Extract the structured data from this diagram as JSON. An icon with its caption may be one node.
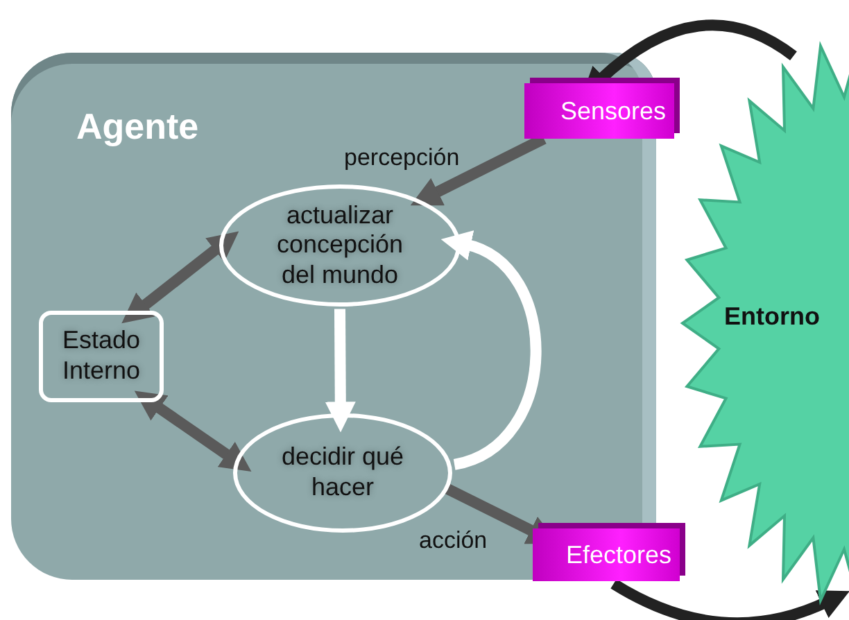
{
  "diagram": {
    "nodes": [
      {
        "text": [
          "Agente"
        ]
      },
      {
        "text": [
          "Sensores"
        ]
      },
      {
        "text": [
          "actualizar concepción del mundo"
        ],
        "in": 0
      },
      {
        "text": [
          "Estado Interno"
        ],
        "in": 0
      },
      {
        "text": [
          "decidir qué hacer"
        ],
        "in": 0
      },
      {
        "text": [
          "Efectores"
        ]
      },
      {
        "text": [
          "Entorno"
        ]
      }
    ],
    "edges": [
      {
        "from": 6,
        "to": 1,
        "arrow": "to",
        "color": "#222222"
      },
      {
        "from": 1,
        "to": 2,
        "arrow": "to",
        "label": "percepción"
      },
      {
        "from": 2,
        "to": 3,
        "arrow": "both"
      },
      {
        "from": 3,
        "to": 4,
        "arrow": "both"
      },
      {
        "from": 2,
        "to": 4,
        "arrow": "to",
        "color": "#ffffff"
      },
      {
        "from": 4,
        "to": 2,
        "arrow": "to",
        "color": "#ffffff"
      },
      {
        "from": 4,
        "to": 5,
        "arrow": "to",
        "label": "acción"
      },
      {
        "from": 5,
        "to": 6,
        "arrow": "to",
        "color": "#222222"
      }
    ]
  }
}
